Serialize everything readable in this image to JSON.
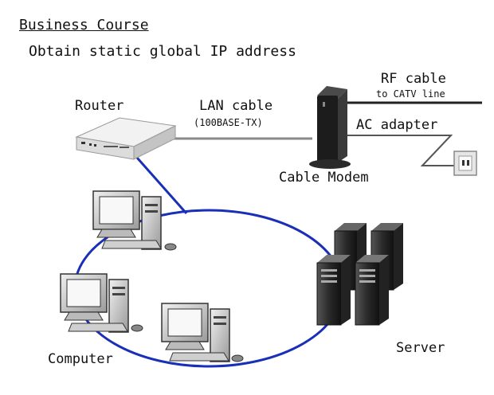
{
  "header": {
    "title": "Business Course",
    "subtitle": "Obtain static global IP address"
  },
  "labels": {
    "router": "Router",
    "lan_cable": "LAN cable",
    "lan_cable_spec": "(100BASE-TX)",
    "rf_cable": "RF cable",
    "rf_cable_note": "to CATV line",
    "ac_adapter": "AC adapter",
    "cable_modem": "Cable Modem",
    "computer": "Computer",
    "server": "Server"
  },
  "colors": {
    "network_ring": "#1a2fb8",
    "cable": "#8a8a8a",
    "text": "#111111"
  }
}
